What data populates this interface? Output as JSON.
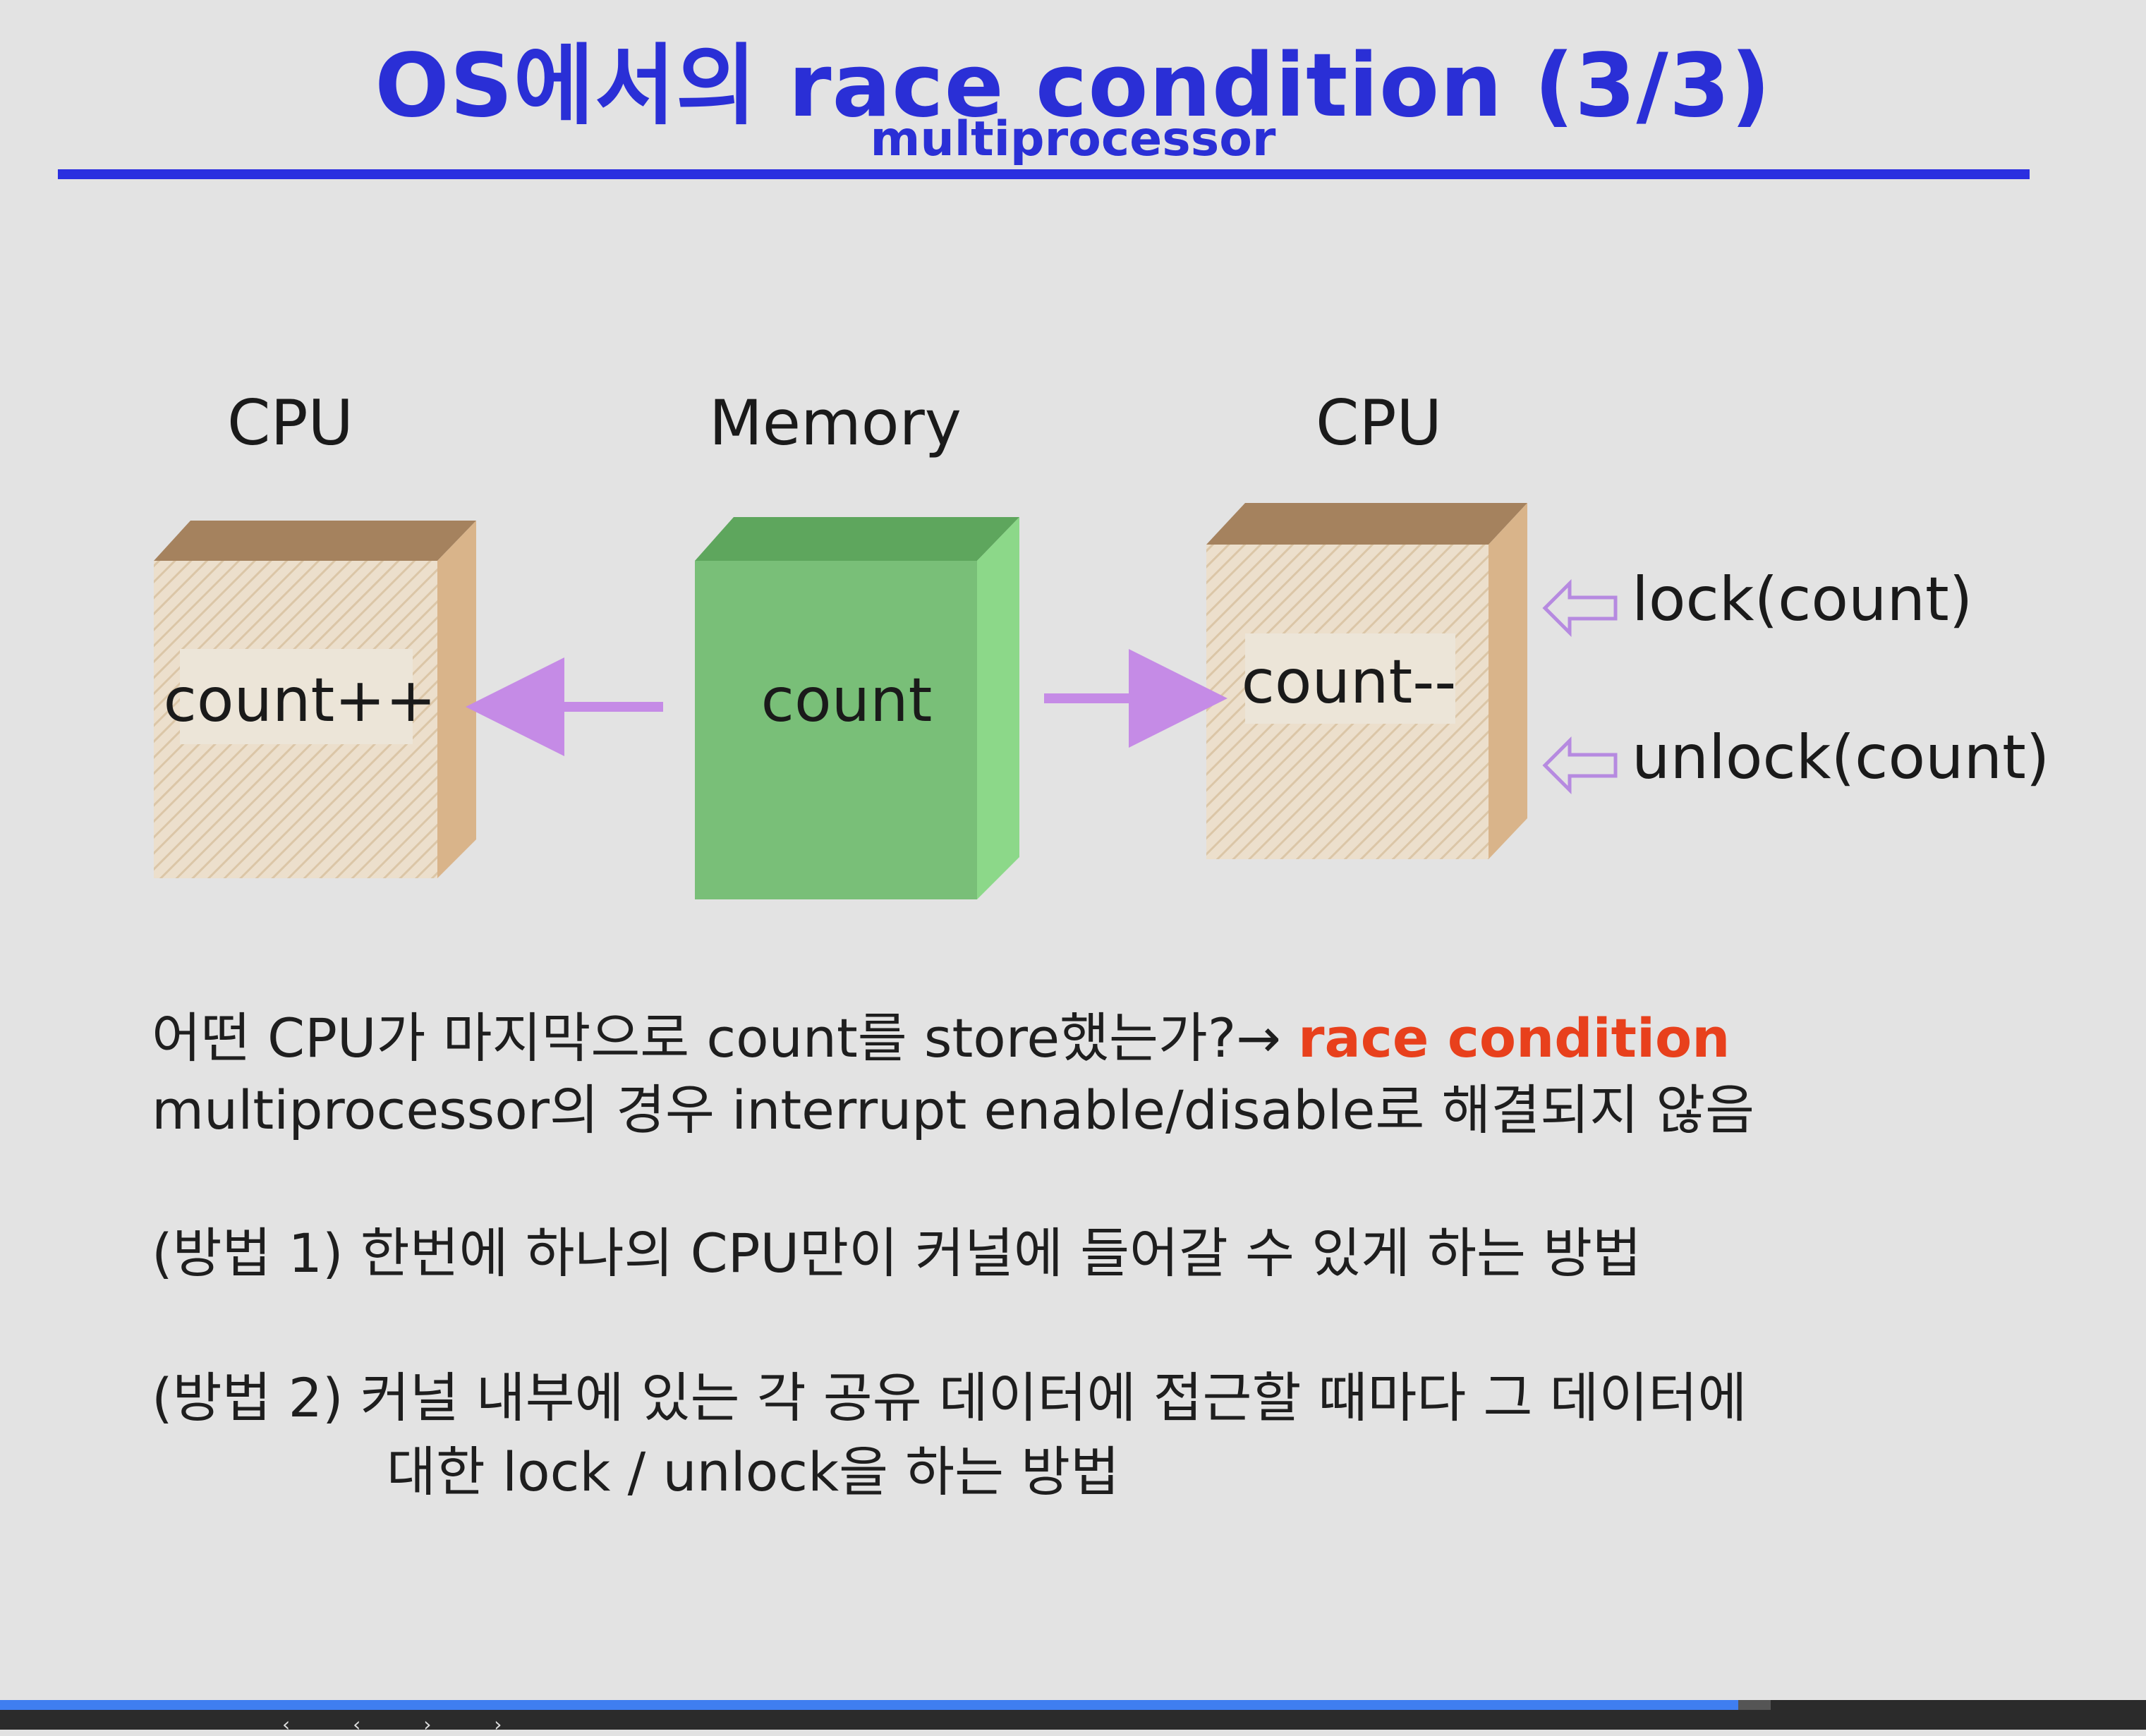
{
  "slide": {
    "title": "OS에서의  race condition (3/3)",
    "subtitle": "multiprocessor"
  },
  "diagram": {
    "left_cpu_label": "CPU",
    "memory_label": "Memory",
    "right_cpu_label": "CPU",
    "left_cpu_text": "count++",
    "memory_text": "count",
    "right_cpu_text": "count--",
    "lock_label": "lock(count)",
    "unlock_label": "unlock(count)"
  },
  "body": {
    "line1_prefix": "어떤 CPU가 마지막으로 count를 store했는가?→ ",
    "line1_highlight": "race condition",
    "line2": "multiprocessor의 경우 interrupt enable/disable로 해결되지 않음",
    "method1": "(방법 1) 한번에 하나의 CPU만이 커널에 들어갈 수 있게 하는 방법",
    "method2_line1": "(방법 2) 커널 내부에 있는 각 공유 데이터에 접근할 때마다 그 데이터에",
    "method2_line2": "대한 lock / unlock을 하는 방법"
  },
  "player": {
    "progress_fraction": 0.81,
    "controls": "‹ ‹ › ›"
  },
  "colors": {
    "title": "#2a2fd6",
    "highlight": "#e8401c",
    "memory_cube": "#79bf78",
    "cpu_cube": "#e8d5b9",
    "arrow": "#c58be6"
  }
}
